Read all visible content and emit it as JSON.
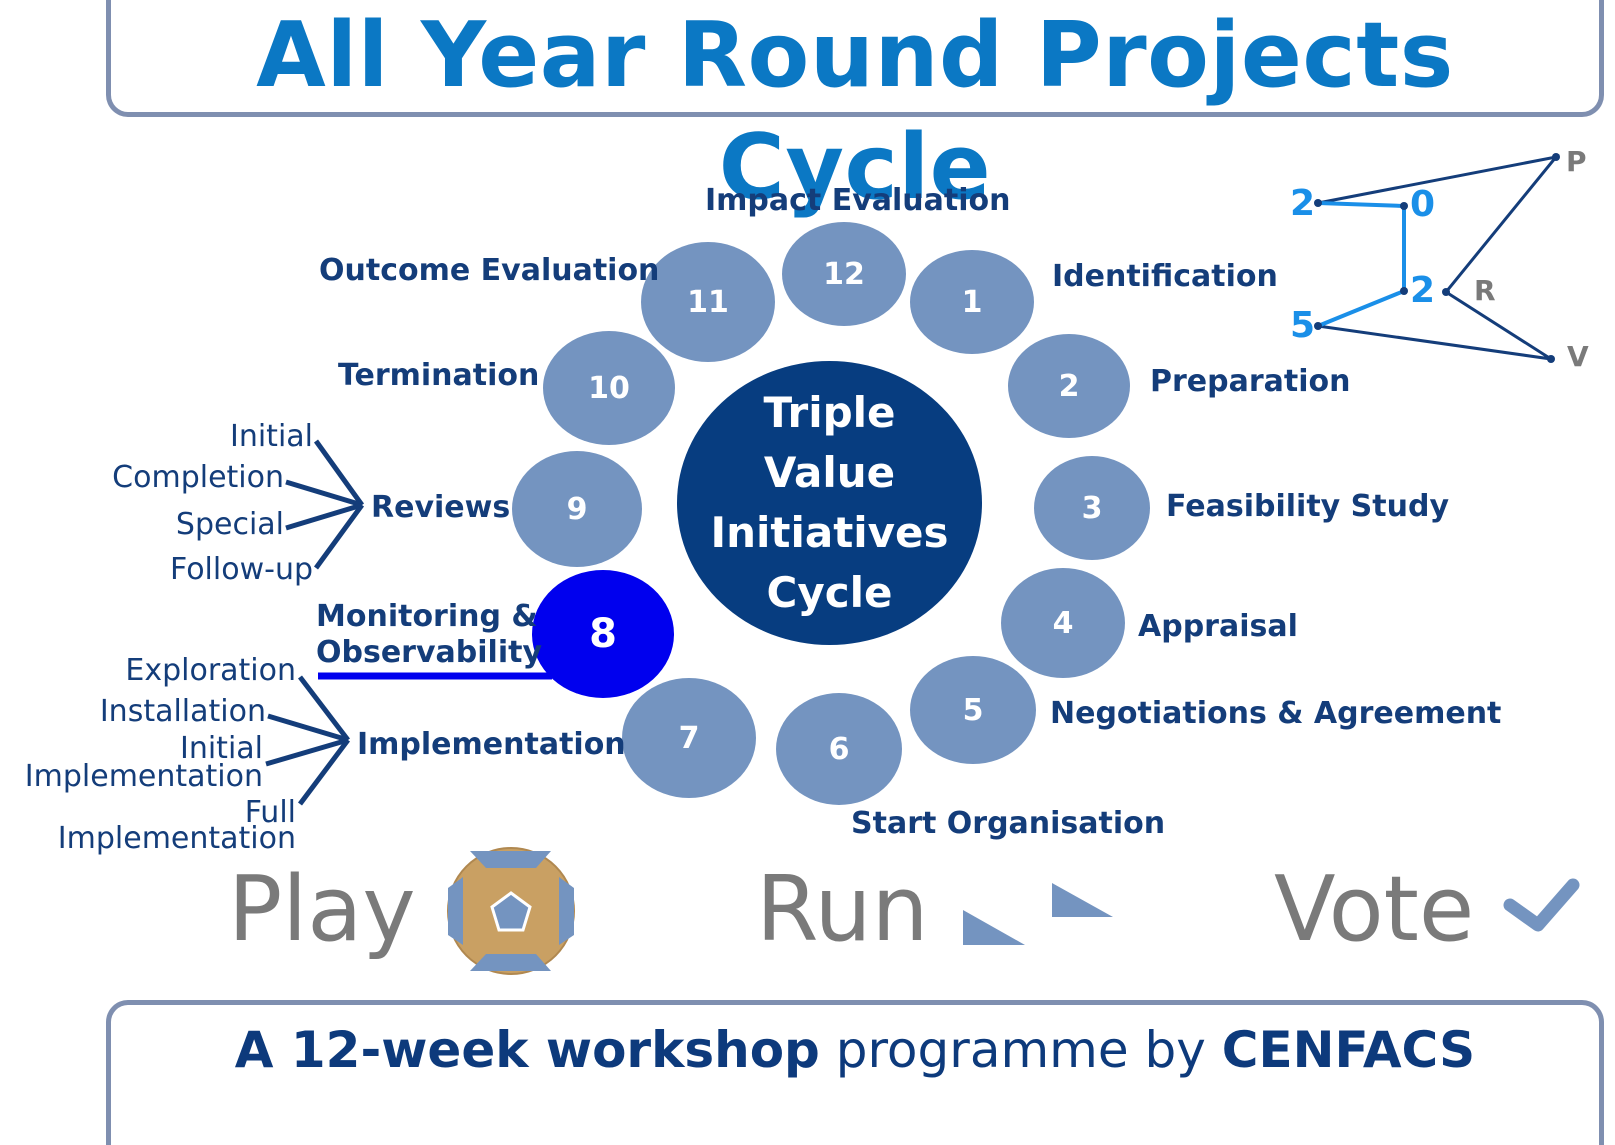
{
  "title": "All Year Round Projects Cycle",
  "center": {
    "lines": [
      "Triple",
      "Value",
      "Initiatives",
      "Cycle"
    ]
  },
  "steps": [
    {
      "number": "1",
      "label": "Identification"
    },
    {
      "number": "2",
      "label": "Preparation"
    },
    {
      "number": "3",
      "label": "Feasibility Study"
    },
    {
      "number": "4",
      "label": "Appraisal"
    },
    {
      "number": "5",
      "label": "Negotiations & Agreement"
    },
    {
      "number": "6",
      "label": "Start Organisation"
    },
    {
      "number": "7",
      "label": "Implementation"
    },
    {
      "number": "8",
      "label_line1": "Monitoring &",
      "label_line2": "Observability"
    },
    {
      "number": "9",
      "label": "Reviews"
    },
    {
      "number": "10",
      "label": "Termination"
    },
    {
      "number": "11",
      "label": "Outcome Evaluation"
    },
    {
      "number": "12",
      "label": "Impact Evaluation"
    }
  ],
  "reviews_types": [
    "Initial",
    "Completion",
    "Special",
    "Follow-up"
  ],
  "implementation_stages": [
    "Exploration",
    "Installation",
    "Initial",
    "Implementation",
    "Full",
    "Implementation"
  ],
  "logo_2025": {
    "digits": [
      "2",
      "0",
      "2",
      "5"
    ],
    "letters": [
      "P",
      "R",
      "V"
    ]
  },
  "bottom": {
    "play": "Play",
    "run": "Run",
    "vote": "Vote"
  },
  "footer": {
    "part1": "A 12-week workshop",
    "part2": " programme by ",
    "part3": "CENFACS"
  },
  "colors": {
    "title": "#0b78c4",
    "circle": "#7494c0",
    "center": "#073d80",
    "highlight": "#0000ee",
    "label": "#143d7a",
    "logo": "#1a8fe8"
  }
}
